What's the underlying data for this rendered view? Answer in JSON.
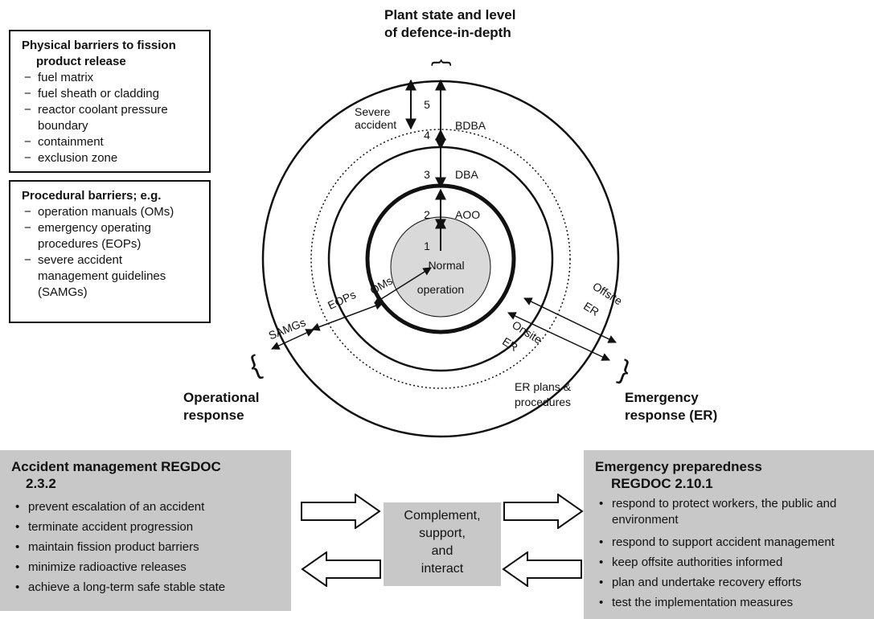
{
  "physical_box": {
    "title_line1": "Physical  barriers to fission",
    "title_line2": "product release",
    "items": [
      "fuel matrix",
      "fuel sheath  or cladding",
      "reactor coolant pressure",
      "boundary",
      "containment",
      "exclusion zone"
    ]
  },
  "procedural_box": {
    "title": "Procedural barriers; e.g.",
    "items": [
      "operation manuals (OMs)",
      "emergency operating",
      "procedures (EOPs)",
      "severe accident",
      "management  guidelines",
      "(SAMGs)"
    ]
  },
  "headings": {
    "plant_state_line1": "Plant state and level",
    "plant_state_line2": "of defence-in-depth",
    "operational_line1": "Operational",
    "operational_line2": "response",
    "emergency_line1": "Emergency",
    "emergency_line2": "response (ER)"
  },
  "diagram": {
    "levels": [
      "1",
      "2",
      "3",
      "4",
      "5"
    ],
    "normal_line1": "Normal",
    "normal_line2": "operation",
    "aoo": "AOO",
    "dba": "DBA",
    "bdba": "BDBA",
    "severe_line1": "Severe",
    "severe_line2": "accident",
    "oms": "OMs",
    "eops": "EOPs",
    "samgs": "SAMGs",
    "offsite": "Offsite",
    "offsite_er": "ER",
    "onsite": "Onsite",
    "onsite_er": "ER",
    "er_plans_line1": "ER plans  &",
    "er_plans_line2": "procedures"
  },
  "accident_mgmt": {
    "title_line1": "Accident management  REGDOC",
    "title_line2": "2.3.2",
    "items": [
      "prevent  escalation of an accident",
      "terminate accident progression",
      "maintain fission product barriers",
      "minimize radioactive releases",
      "achieve a long-term safe stable state"
    ]
  },
  "center": {
    "line1": "Complement,",
    "line2": "support,",
    "line3": "and",
    "line4": "interact"
  },
  "emergency_prep": {
    "title_line1": "Emergency preparedness",
    "title_line2": "REGDOC 2.10.1",
    "items": [
      "respond to protect workers, the public and",
      "environment",
      "respond to support accident management",
      "keep offsite authorities informed",
      "plan and undertake recovery efforts",
      "test the implementation  measures"
    ]
  },
  "colors": {
    "gray_fill": "#c8c8c8",
    "inner_circle": "#d9d9d9",
    "line": "#111111"
  }
}
